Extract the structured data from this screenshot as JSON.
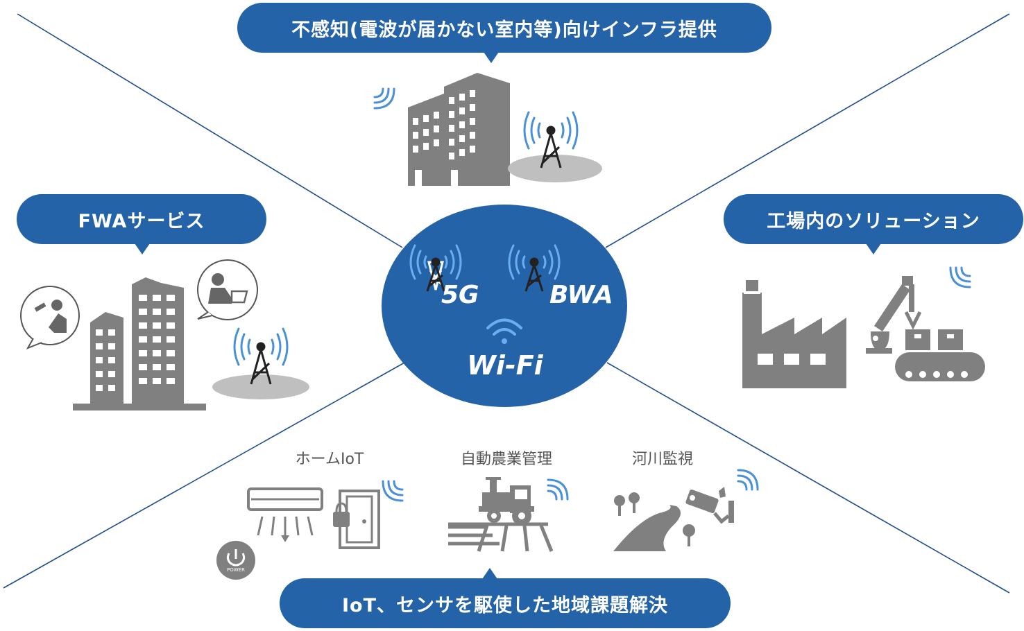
{
  "center": {
    "labels": {
      "fiveg": "5G",
      "bwa": "BWA",
      "wifi": "Wi-Fi"
    }
  },
  "bubbles": {
    "top": "不感知(電波が届かない室内等)向けインフラ提供",
    "left": "FWAサービス",
    "right": "工場内のソリューション",
    "bottom": "IoT、センサを駆使した地域課題解決"
  },
  "iot_items": [
    {
      "label": "ホームIoT",
      "icon": "home-iot-icon"
    },
    {
      "label": "自動農業管理",
      "icon": "tractor-icon"
    },
    {
      "label": "河川監視",
      "icon": "river-camera-icon"
    }
  ],
  "power_label": "POWER",
  "colors": {
    "accent": "#2563a8",
    "line": "#1f4e8c",
    "gray": "#808080",
    "signal": "#4a90d9"
  }
}
